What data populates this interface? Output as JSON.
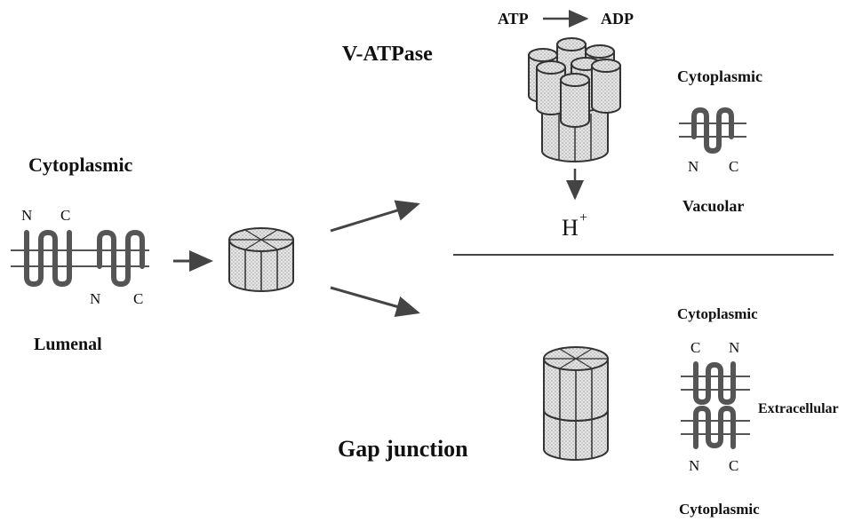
{
  "left_panel": {
    "top_label": "Cytoplasmic",
    "bottom_label": "Lumenal",
    "n_top": "N",
    "c_top": "C",
    "n_bottom": "N",
    "c_bottom": "C"
  },
  "vatpase": {
    "title": "V-ATPase",
    "atp": "ATP",
    "adp": "ADP",
    "proton": "H",
    "proton_charge": "+",
    "side_top": "Cytoplasmic",
    "side_bottom": "Vacuolar",
    "n": "N",
    "c": "C"
  },
  "gap_junction": {
    "title": "Gap junction",
    "side_top": "Cytoplasmic",
    "side_middle": "Extracellular",
    "side_bottom": "Cytoplasmic",
    "c_top": "C",
    "n_top": "N",
    "n_bottom": "N",
    "c_bottom": "C"
  }
}
